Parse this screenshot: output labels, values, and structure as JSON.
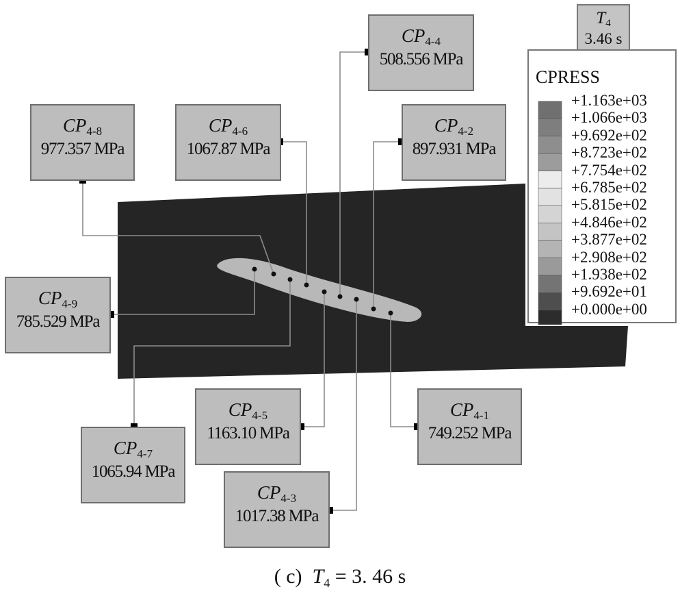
{
  "probes": [
    {
      "id": "cp-4-8",
      "name": "CP",
      "sub": "4-8",
      "value": "977.357 MPa"
    },
    {
      "id": "cp-4-6",
      "name": "CP",
      "sub": "4-6",
      "value": "1067.87 MPa"
    },
    {
      "id": "cp-4-4",
      "name": "CP",
      "sub": "4-4",
      "value": "508.556 MPa"
    },
    {
      "id": "cp-4-2",
      "name": "CP",
      "sub": "4-2",
      "value": "897.931 MPa"
    },
    {
      "id": "cp-4-9",
      "name": "CP",
      "sub": "4-9",
      "value": "785.529 MPa"
    },
    {
      "id": "cp-4-5",
      "name": "CP",
      "sub": "4-5",
      "value": "1163.10 MPa"
    },
    {
      "id": "cp-4-1",
      "name": "CP",
      "sub": "4-1",
      "value": "749.252 MPa"
    },
    {
      "id": "cp-4-7",
      "name": "CP",
      "sub": "4-7",
      "value": "1065.94 MPa"
    },
    {
      "id": "cp-4-3",
      "name": "CP",
      "sub": "4-3",
      "value": "1017.38 MPa"
    }
  ],
  "time_box": {
    "label": "T",
    "sub": "4",
    "value": "3.46 s"
  },
  "legend": {
    "title": "CPRESS",
    "entries": [
      {
        "label": "+1.163e+03",
        "color": "#707070"
      },
      {
        "label": "+1.066e+03",
        "color": "#7e7e7e"
      },
      {
        "label": "+9.692e+02",
        "color": "#8e8e8e"
      },
      {
        "label": "+8.723e+02",
        "color": "#9c9c9c"
      },
      {
        "label": "+7.754e+02",
        "color": "#ececec"
      },
      {
        "label": "+6.785e+02",
        "color": "#e2e2e2"
      },
      {
        "label": "+5.815e+02",
        "color": "#d4d4d4"
      },
      {
        "label": "+4.846e+02",
        "color": "#c4c4c4"
      },
      {
        "label": "+3.877e+02",
        "color": "#b4b4b4"
      },
      {
        "label": "+2.908e+02",
        "color": "#9a9a9a"
      },
      {
        "label": "+1.938e+02",
        "color": "#747474"
      },
      {
        "label": "+9.692e+01",
        "color": "#4e4e4e"
      },
      {
        "label": "+0.000e+00",
        "color": "#2c2c2c"
      }
    ]
  },
  "caption": {
    "prefix": "( c)",
    "var": "T",
    "sub": "4",
    "rest": "= 3. 46 s"
  },
  "colors": {
    "body": "#252525",
    "contact": "#b8b8b8",
    "box": "#bdbdbd"
  }
}
